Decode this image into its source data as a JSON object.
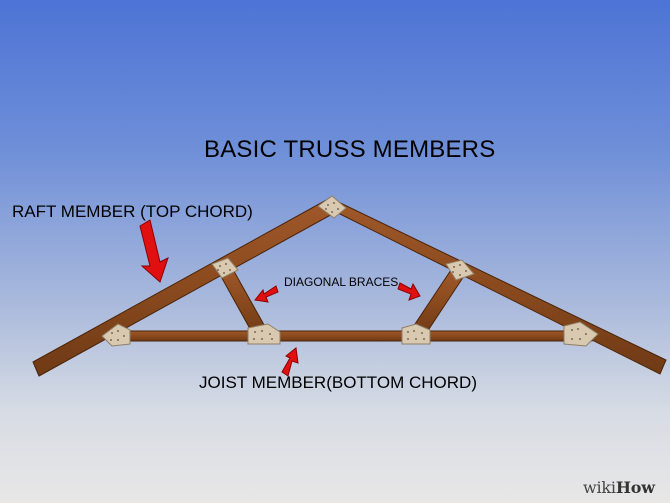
{
  "title": "BASIC TRUSS MEMBERS",
  "labels": {
    "raft_member": "RAFT MEMBER (TOP CHORD)",
    "diagonal_braces": "DIAGONAL BRACES",
    "joist_member": "JOIST MEMBER(BOTTOM CHORD)"
  },
  "watermark": {
    "wiki": "wiki",
    "how": "How"
  },
  "colors": {
    "wood": "#8a4a1e",
    "wood_outline": "#4a2308",
    "gusset_plate": "#d9c9b0",
    "arrow": "#e01010"
  }
}
